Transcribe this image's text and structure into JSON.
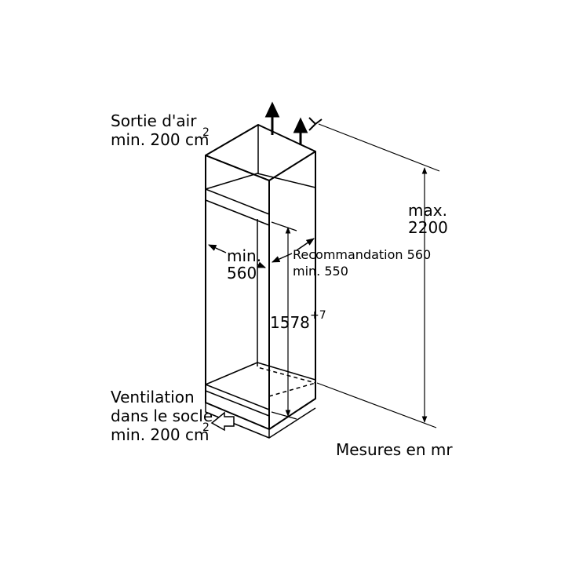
{
  "labels": {
    "air_outlet_line1": "Sortie d'air",
    "air_outlet_line2": "min. 200 cm",
    "air_outlet_sup": "2",
    "max_line1": "max.",
    "max_line2": "2200",
    "width_line1": "min.",
    "width_line2": "560",
    "recommend_line1": "Recommandation 560",
    "recommend_line2": "min. 550",
    "height_value": "1578",
    "height_tolerance": "+7",
    "ventilation_line1": "Ventilation",
    "ventilation_line2": "dans le socle",
    "ventilation_line3": "min. 200 cm",
    "ventilation_sup": "2",
    "units": "Mesures en mr"
  },
  "colors": {
    "ink": "#000000",
    "background": "#ffffff"
  }
}
